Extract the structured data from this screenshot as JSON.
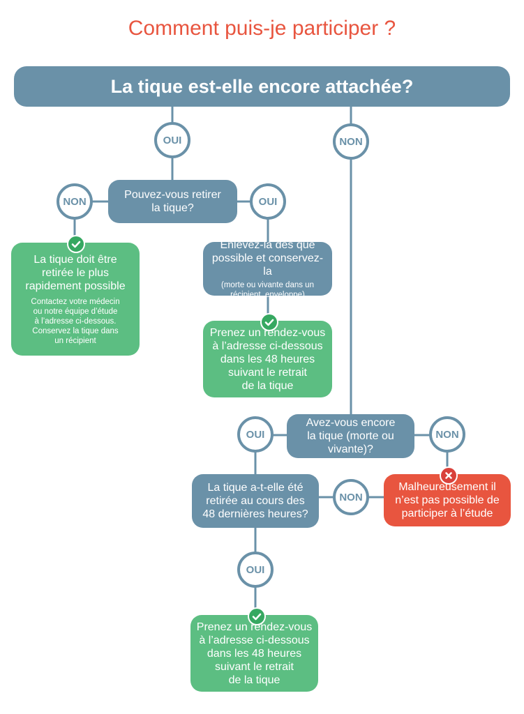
{
  "title": "Comment puis-je participer ?",
  "header_question": "La tique est-elle encore attachée?",
  "answers": {
    "yes": "OUI",
    "no": "NON"
  },
  "nodes": {
    "q_remove": "Pouvez-vous retirer\nla tique?",
    "result_remove_asap": {
      "main": "La tique doit être\nretirée le plus\nrapidement possible",
      "sub": "Contactez votre médecin\nou notre équipe d’étude\nà l’adresse ci-dessous.\nConservez la tique dans\nun récipient"
    },
    "action_remove_keep": {
      "main": "Enlevez-la dès que\npossible et conservez-la",
      "sub": "(morte ou vivante dans un\nrécipient, enveloppe)"
    },
    "result_appointment_1": "Prenez un rendez-vous\nà l’adresse ci-dessous\ndans les 48 heures\nsuivant le retrait\nde la tique",
    "q_still_have": "Avez-vous encore\nla tique (morte ou\nvivante)?",
    "result_not_possible": "Malheureusement il\nn’est pas possible de\nparticiper à l’étude",
    "q_removed_48h": "La tique a-t-elle été\nretirée au cours des\n48 dernières heures?",
    "result_appointment_2": "Prenez un rendez-vous\nà l’adresse ci-dessous\ndans les 48 heures\nsuivant le retrait\nde la tique"
  },
  "colors": {
    "title": "#e8553f",
    "question": "#6a91a8",
    "positive": "#5cbe82",
    "negative": "#e8553f"
  },
  "icons": {
    "success": "check-circle-icon",
    "failure": "x-circle-icon"
  }
}
